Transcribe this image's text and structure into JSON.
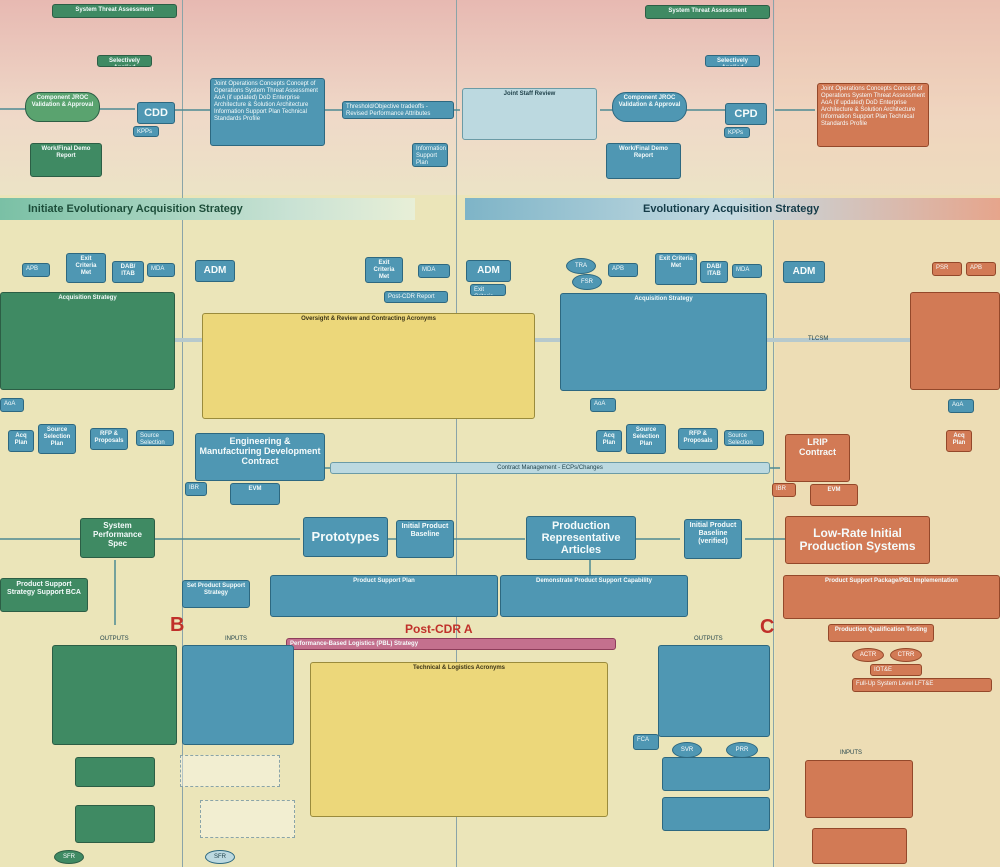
{
  "top": {
    "threat_left": "System Threat Assessment",
    "threat_right": "System Threat Assessment",
    "cdd": "CDD",
    "cpd": "CPD",
    "kpps": "KPPs",
    "selectively_applied": "Selectively Applied",
    "component_validation": "Component JROC Validation & Approval",
    "joint_ops_left": "Joint Operations Concepts Concept of Operations System Threat Assessment AoA (if updated) DoD Enterprise Architecture & Solution Architecture Information Support Plan Technical Standards Profile",
    "threshold_objective": "Threshold/Objective tradeoffs - Revised Performance Attributes",
    "joint_staff_review": "Joint Staff Review",
    "info_support_plan": "Information Support Plan",
    "work_final_demo_left": "Work/Final Demo Report",
    "work_final_demo_right": "Work/Final Demo Report",
    "joint_ops_right": "Joint Operations Concepts Concept of Operations System Threat Assessment AoA (if updated) DoD Enterprise Architecture & Solution Architecture Information Support Plan Technical Standards Profile"
  },
  "bands": {
    "initiate": "Initiate Evolutionary Acquisition Strategy",
    "evolutionary": "Evolutionary Acquisition Strategy"
  },
  "mid": {
    "apb": "APB",
    "exit_criteria_met": "Exit Criteria Met",
    "dab_itab": "DAB/ ITAB",
    "mda": "MDA",
    "adm": "ADM",
    "exit_criteria": "Exit Criteria",
    "pdr_report": "Post-CDR Report",
    "tra": "TRA",
    "fsr": "FSR",
    "psr": "PSR",
    "acq_strategy_left": "Acquisition Strategy",
    "acq_strategy_right": "Acquisition Strategy",
    "oversight_title": "Oversight & Review and Contracting Acronyms",
    "aoa": "AoA",
    "source_selection": "Source Selection Plan",
    "rfp": "RFP & Proposals",
    "source_selection2": "Source Selection",
    "acq_plan": "Acq Plan",
    "emd_contract": "Engineering & Manufacturing Development Contract",
    "contract_mgmt": "Contract Management - ECPs/Changes",
    "ibr": "IBR",
    "evm": "EVM",
    "lrip_contract": "LRIP Contract",
    "tlcsm": "TLCSM",
    "system_perf_spec": "System Performance Spec",
    "prototypes": "Prototypes",
    "initial_product_baseline": "Initial Product Baseline",
    "production_rep_articles": "Production Representative Articles",
    "initial_product_baseline_verified": "Initial Product Baseline (verified)",
    "lrip_systems": "Low-Rate Initial Production Systems"
  },
  "low": {
    "product_support_strategy": "Product Support Strategy Support BCA",
    "set_product_support": "Set Product Support Strategy",
    "product_support_plan": "Product Support Plan",
    "demonstrate_support": "Demonstrate Product Support Capability",
    "psp_pbl": "Product Support Package/PBL Implementation",
    "post_cdr": "Post-CDR A",
    "pbl_strategy": "Performance-Based Logistics (PBL) Strategy",
    "tech_acronyms": "Technical & Logistics Acronyms",
    "outputs_left": "OUTPUTS",
    "inputs_mid": "INPUTS",
    "outputs_right": "OUTPUTS",
    "inputs_right": "INPUTS",
    "label_b": "B",
    "label_c": "C",
    "fca": "FCA",
    "svr": "SVR",
    "prr": "PRR",
    "actr": "ACTR",
    "ctrr": "CTRR",
    "iotae": "IOT&E",
    "lfte": "Full-Up System Level LFT&E",
    "prod_qual": "Production Qualification Testing",
    "sfr": "SFR"
  },
  "colors": {
    "green": "#3f8a63",
    "blue": "#4f97b3",
    "orange": "#d27a55",
    "yellow": "#ecd77a"
  }
}
